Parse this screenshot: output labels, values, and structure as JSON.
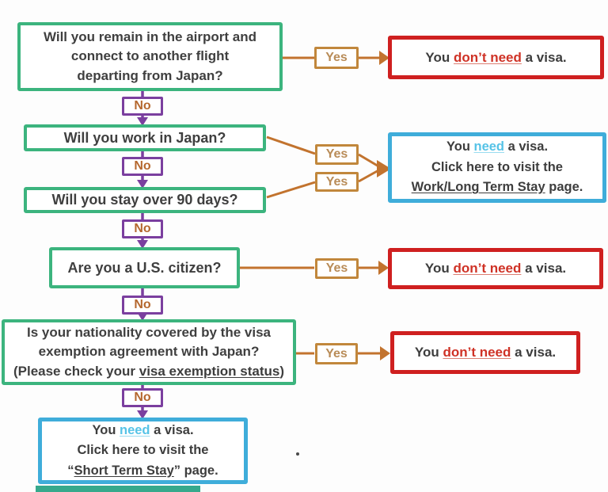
{
  "flow": {
    "labels": {
      "yes": "Yes",
      "no": "No"
    },
    "q_airport": {
      "line1": "Will you remain in the airport and",
      "line2": "connect to another flight",
      "line3": "departing from Japan?"
    },
    "q_work": {
      "line1": "Will you work in Japan?"
    },
    "q_stay": {
      "line1": "Will you stay over 90 days?"
    },
    "q_citizen": {
      "line1": "Are you a U.S. citizen?"
    },
    "q_exemption": {
      "line1": "Is your nationality covered by the visa",
      "line2": "exemption agreement with Japan?",
      "line3_pre": "(Please check your ",
      "line3_link": "visa exemption status",
      "line3_post": ")"
    },
    "outcome_no_visa": {
      "pre": "You ",
      "emph": "don’t need",
      "post": " a visa."
    },
    "outcome_work": {
      "l1_pre": "You ",
      "l1_emph": "need",
      "l1_post": " a visa.",
      "l2": "Click here to visit the",
      "l3_link": "Work/Long Term Stay",
      "l3_post": " page."
    },
    "outcome_short": {
      "l1_pre": "You ",
      "l1_emph": "need",
      "l1_post": " a visa.",
      "l2": "Click here to visit the",
      "l3_pre": "“",
      "l3_link": "Short Term Stay",
      "l3_post": "” page."
    }
  },
  "colors": {
    "question_border": "#3cb47e",
    "no_border": "#7b3f9f",
    "yes_border": "#c1873c",
    "arrow_orange": "#c2732e",
    "arrow_purple": "#7b3f9f",
    "outcome_red_border": "#cf2020",
    "outcome_blue_border": "#3fadda",
    "emphasis_red": "#cf3226",
    "emphasis_cyan": "#56c3e7",
    "teal_strip": "#36a98c",
    "text_dark": "#3d3d3d"
  }
}
